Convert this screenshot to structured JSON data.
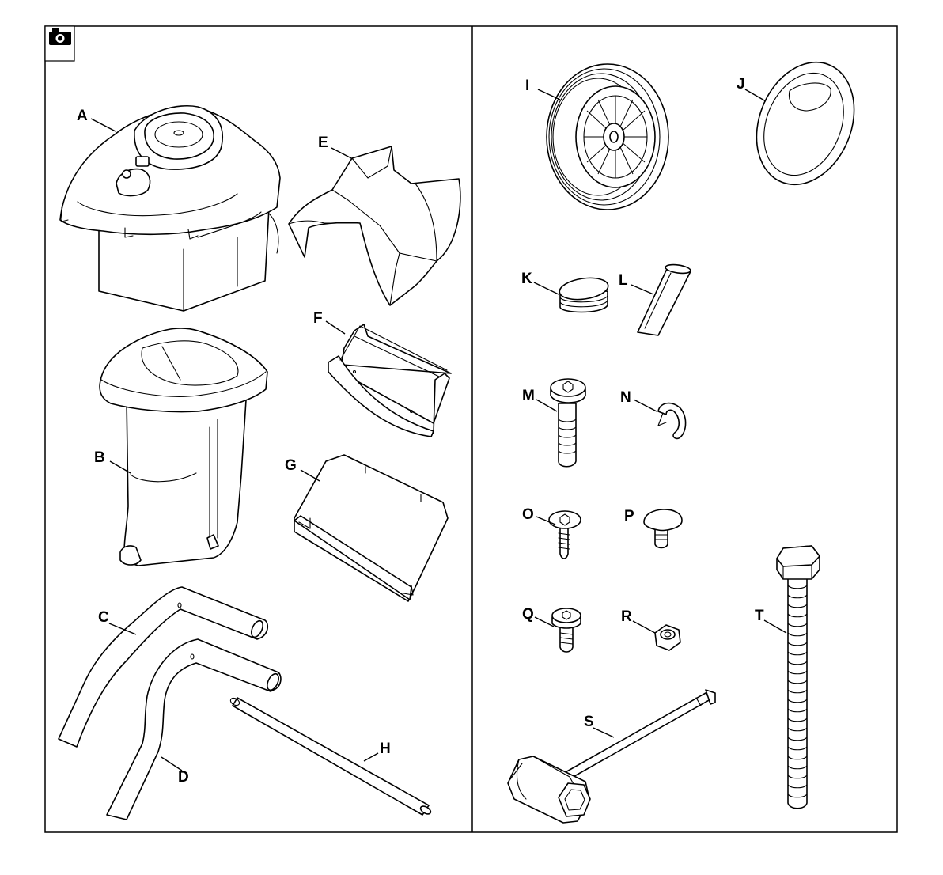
{
  "icons": {
    "camera": "camera-icon"
  },
  "labels": {
    "A": "A",
    "B": "B",
    "C": "C",
    "D": "D",
    "E": "E",
    "F": "F",
    "G": "G",
    "H": "H",
    "I": "I",
    "J": "J",
    "K": "K",
    "L": "L",
    "M": "M",
    "N": "N",
    "O": "O",
    "P": "P",
    "Q": "Q",
    "R": "R",
    "S": "S",
    "T": "T"
  }
}
